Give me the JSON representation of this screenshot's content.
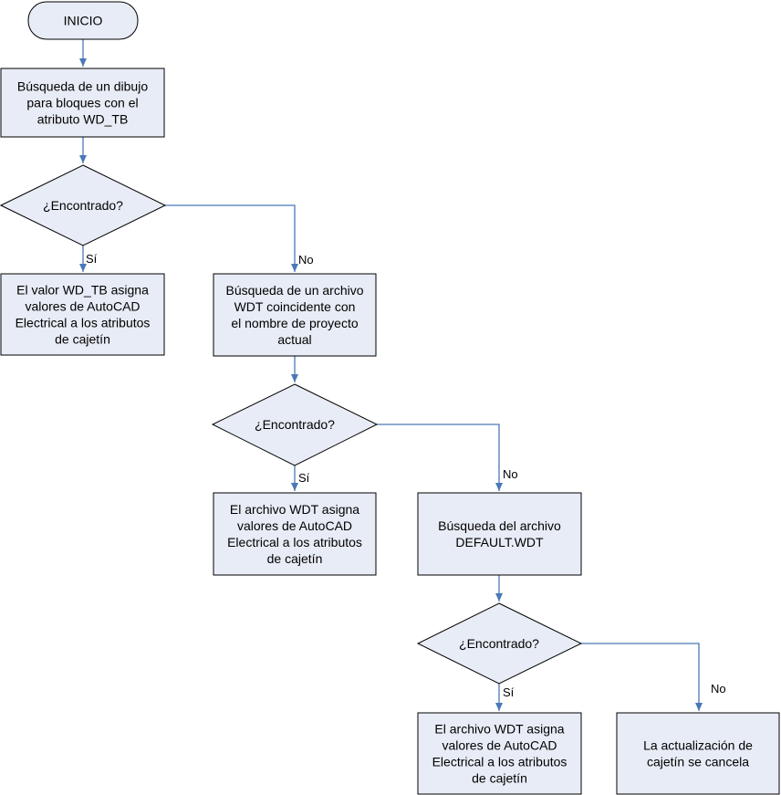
{
  "colors": {
    "node_fill": "#e8ecf6",
    "node_stroke": "#000000",
    "edge": "#4a78b8",
    "text": "#000000"
  },
  "nodes": {
    "start": {
      "text": [
        "INICIO"
      ]
    },
    "search_drawing": {
      "text": [
        "Búsqueda de un dibujo",
        "para bloques con el",
        "atributo WD_TB"
      ]
    },
    "decision_1": {
      "text": [
        "¿Encontrado?"
      ]
    },
    "wdtb_assign": {
      "text": [
        "El valor WD_TB asigna",
        "valores de AutoCAD",
        "Electrical a los atributos",
        "de cajetín"
      ]
    },
    "search_wdt": {
      "text": [
        "Búsqueda de un archivo",
        "WDT coincidente con",
        "el nombre de proyecto",
        "actual"
      ]
    },
    "decision_2": {
      "text": [
        "¿Encontrado?"
      ]
    },
    "wdt_assign_1": {
      "text": [
        "El archivo WDT asigna",
        "valores de AutoCAD",
        "Electrical a los atributos",
        "de cajetín"
      ]
    },
    "search_default": {
      "text": [
        "Búsqueda del archivo",
        "DEFAULT.WDT"
      ]
    },
    "decision_3": {
      "text": [
        "¿Encontrado?"
      ]
    },
    "wdt_assign_2": {
      "text": [
        "El archivo WDT asigna",
        "valores de AutoCAD",
        "Electrical a los atributos",
        "de cajetín"
      ]
    },
    "cancel": {
      "text": [
        "La actualización de",
        "cajetín se cancela"
      ]
    }
  },
  "edge_labels": {
    "yes_1": "Sí",
    "no_1": "No",
    "yes_2": "Sí",
    "no_2": "No",
    "yes_3": "Sí",
    "no_3": "No"
  }
}
